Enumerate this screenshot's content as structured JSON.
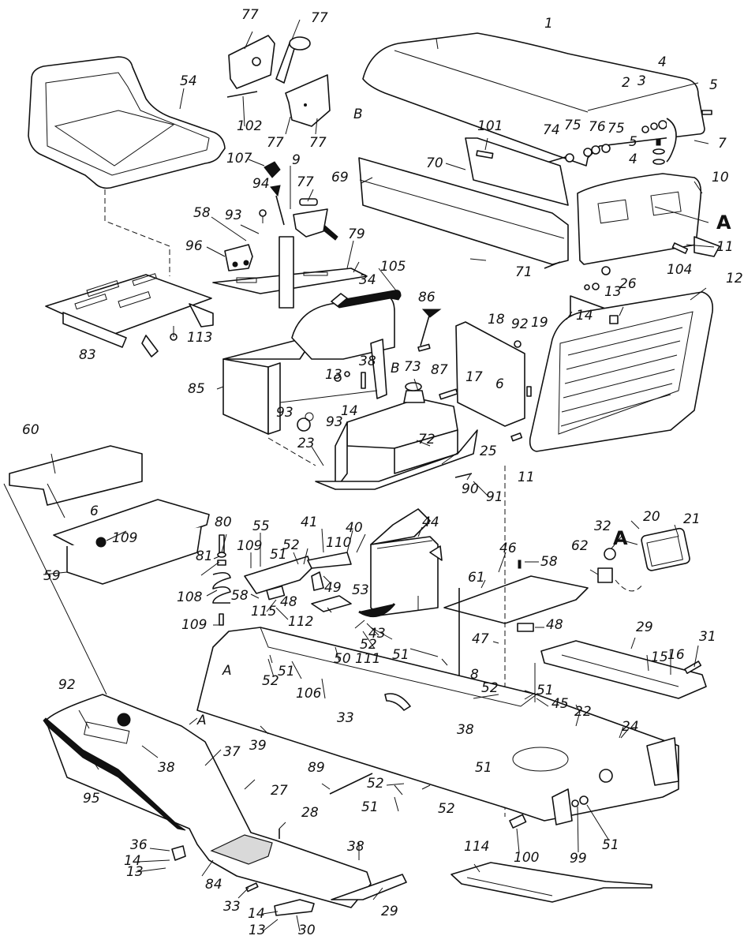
{
  "figure": {
    "title": "Exploded parts diagram - tractor hood, dash, seat and frame assembly",
    "reference_markers": [
      "A",
      "B"
    ]
  },
  "callouts": [
    {
      "id": "c1",
      "text": "1",
      "part": "hood"
    },
    {
      "id": "c2",
      "text": "2",
      "part": "washer"
    },
    {
      "id": "c3",
      "text": "3",
      "part": "washer"
    },
    {
      "id": "c4a",
      "text": "4",
      "part": "nut"
    },
    {
      "id": "c4b",
      "text": "4",
      "part": "nut"
    },
    {
      "id": "c5a",
      "text": "5",
      "part": "screw"
    },
    {
      "id": "c5b",
      "text": "5",
      "part": "screw"
    },
    {
      "id": "c6a",
      "text": "6",
      "part": "screw"
    },
    {
      "id": "c6b",
      "text": "6",
      "part": "screw"
    },
    {
      "id": "c7",
      "text": "7",
      "part": "hood-cable"
    },
    {
      "id": "c8",
      "text": "8",
      "part": "nut"
    },
    {
      "id": "c9",
      "text": "9",
      "part": "rod"
    },
    {
      "id": "c10",
      "text": "10",
      "part": "headlight-housing"
    },
    {
      "id": "c11a",
      "text": "11",
      "part": "screw"
    },
    {
      "id": "c11b",
      "text": "11",
      "part": "screw"
    },
    {
      "id": "c12",
      "text": "12",
      "part": "grille"
    },
    {
      "id": "c13a",
      "text": "13",
      "part": "nut"
    },
    {
      "id": "c13b",
      "text": "13",
      "part": "nut"
    },
    {
      "id": "c13c",
      "text": "13",
      "part": "nut"
    },
    {
      "id": "c13d",
      "text": "13",
      "part": "nut"
    },
    {
      "id": "c14a",
      "text": "14",
      "part": "washer"
    },
    {
      "id": "c14b",
      "text": "14",
      "part": "washer"
    },
    {
      "id": "c14c",
      "text": "14",
      "part": "washer"
    },
    {
      "id": "c14d",
      "text": "14",
      "part": "washer"
    },
    {
      "id": "c15",
      "text": "15",
      "part": "rivet"
    },
    {
      "id": "c16",
      "text": "16",
      "part": "rivet"
    },
    {
      "id": "c17",
      "text": "17",
      "part": "bolt"
    },
    {
      "id": "c18",
      "text": "18",
      "part": "side-panel"
    },
    {
      "id": "c19",
      "text": "19",
      "part": "bracket"
    },
    {
      "id": "c20",
      "text": "20",
      "part": "headlight"
    },
    {
      "id": "c21",
      "text": "21",
      "part": "lens"
    },
    {
      "id": "c22",
      "text": "22",
      "part": "frame"
    },
    {
      "id": "c23",
      "text": "23",
      "part": "dash-support"
    },
    {
      "id": "c24",
      "text": "24",
      "part": "front-plate"
    },
    {
      "id": "c25",
      "text": "25",
      "part": "tank-support"
    },
    {
      "id": "c26",
      "text": "26",
      "part": "nut"
    },
    {
      "id": "c27",
      "text": "27",
      "part": "fender-pan"
    },
    {
      "id": "c28",
      "text": "28",
      "part": "screw"
    },
    {
      "id": "c29a",
      "text": "29",
      "part": "footrest"
    },
    {
      "id": "c29b",
      "text": "29",
      "part": "footrest"
    },
    {
      "id": "c30",
      "text": "30",
      "part": "bracket"
    },
    {
      "id": "c31",
      "text": "31",
      "part": "bolt"
    },
    {
      "id": "c32",
      "text": "32",
      "part": "bulb"
    },
    {
      "id": "c33a",
      "text": "33",
      "part": "screw"
    },
    {
      "id": "c33b",
      "text": "33",
      "part": "screw"
    },
    {
      "id": "c34",
      "text": "34",
      "part": "knob"
    },
    {
      "id": "c36",
      "text": "36",
      "part": "clip"
    },
    {
      "id": "c37",
      "text": "37",
      "part": "fender"
    },
    {
      "id": "c38a",
      "text": "38",
      "part": "bolt"
    },
    {
      "id": "c38b",
      "text": "38",
      "part": "bolt"
    },
    {
      "id": "c38c",
      "text": "38",
      "part": "bolt"
    },
    {
      "id": "c38d",
      "text": "38",
      "part": "bolt"
    },
    {
      "id": "c39",
      "text": "39",
      "part": "trim"
    },
    {
      "id": "c40",
      "text": "40",
      "part": "nut"
    },
    {
      "id": "c41",
      "text": "41",
      "part": "spring"
    },
    {
      "id": "c43",
      "text": "43",
      "part": "battery"
    },
    {
      "id": "c44",
      "text": "44",
      "part": "battery-cover"
    },
    {
      "id": "c45",
      "text": "45",
      "part": "bracket"
    },
    {
      "id": "c46",
      "text": "46",
      "part": "battery-tray"
    },
    {
      "id": "c47",
      "text": "47",
      "part": "clamp"
    },
    {
      "id": "c48a",
      "text": "48",
      "part": "clamp"
    },
    {
      "id": "c48b",
      "text": "48",
      "part": "clamp"
    },
    {
      "id": "c49",
      "text": "49",
      "part": "lever"
    },
    {
      "id": "c50",
      "text": "50",
      "part": "plate"
    },
    {
      "id": "c51a",
      "text": "51",
      "part": "nut"
    },
    {
      "id": "c51b",
      "text": "51",
      "part": "nut"
    },
    {
      "id": "c51c",
      "text": "51",
      "part": "nut"
    },
    {
      "id": "c51d",
      "text": "51",
      "part": "nut"
    },
    {
      "id": "c51e",
      "text": "51",
      "part": "nut"
    },
    {
      "id": "c51f",
      "text": "51",
      "part": "nut"
    },
    {
      "id": "c51g",
      "text": "51",
      "part": "nut"
    },
    {
      "id": "c52a",
      "text": "52",
      "part": "washer"
    },
    {
      "id": "c52b",
      "text": "52",
      "part": "washer"
    },
    {
      "id": "c52c",
      "text": "52",
      "part": "washer"
    },
    {
      "id": "c52d",
      "text": "52",
      "part": "washer"
    },
    {
      "id": "c52e",
      "text": "52",
      "part": "washer"
    },
    {
      "id": "c52f",
      "text": "52",
      "part": "washer"
    },
    {
      "id": "c53",
      "text": "53",
      "part": "cable"
    },
    {
      "id": "c54",
      "text": "54",
      "part": "seat"
    },
    {
      "id": "c55",
      "text": "55",
      "part": "switch-plate"
    },
    {
      "id": "c58a",
      "text": "58",
      "part": "screw"
    },
    {
      "id": "c58b",
      "text": "58",
      "part": "screw"
    },
    {
      "id": "c58c",
      "text": "58",
      "part": "screw"
    },
    {
      "id": "c59",
      "text": "59",
      "part": "seat-pan"
    },
    {
      "id": "c60",
      "text": "60",
      "part": "cover"
    },
    {
      "id": "c61",
      "text": "61",
      "part": "rod"
    },
    {
      "id": "c62",
      "text": "62",
      "part": "socket"
    },
    {
      "id": "c69",
      "text": "69",
      "part": "side-panel"
    },
    {
      "id": "c70",
      "text": "70",
      "part": "hinge-panel"
    },
    {
      "id": "c71",
      "text": "71",
      "part": "pin"
    },
    {
      "id": "c72",
      "text": "72",
      "part": "fuel-tank"
    },
    {
      "id": "c73",
      "text": "73",
      "part": "fuel-cap"
    },
    {
      "id": "c74",
      "text": "74",
      "part": "pivot-bolt"
    },
    {
      "id": "c75a",
      "text": "75",
      "part": "washer"
    },
    {
      "id": "c75b",
      "text": "75",
      "part": "washer"
    },
    {
      "id": "c76",
      "text": "76",
      "part": "spacer"
    },
    {
      "id": "c77a",
      "text": "77",
      "part": "control"
    },
    {
      "id": "c77b",
      "text": "77",
      "part": "control"
    },
    {
      "id": "c77c",
      "text": "77",
      "part": "control"
    },
    {
      "id": "c77d",
      "text": "77",
      "part": "control"
    },
    {
      "id": "c77e",
      "text": "77",
      "part": "control"
    },
    {
      "id": "c79",
      "text": "79",
      "part": "dash-panel"
    },
    {
      "id": "c80",
      "text": "80",
      "part": "bolt"
    },
    {
      "id": "c81",
      "text": "81",
      "part": "washer"
    },
    {
      "id": "c83",
      "text": "83",
      "part": "seat-bracket"
    },
    {
      "id": "c84",
      "text": "84",
      "part": "mat"
    },
    {
      "id": "c85",
      "text": "85",
      "part": "console"
    },
    {
      "id": "c86",
      "text": "86",
      "part": "choke-knob"
    },
    {
      "id": "c87",
      "text": "87",
      "part": "bolt"
    },
    {
      "id": "c89",
      "text": "89",
      "part": "rod"
    },
    {
      "id": "c90",
      "text": "90",
      "part": "clip"
    },
    {
      "id": "c91",
      "text": "91",
      "part": "spring"
    },
    {
      "id": "c92a",
      "text": "92",
      "part": "nut"
    },
    {
      "id": "c92b",
      "text": "92",
      "part": "nut"
    },
    {
      "id": "c93a",
      "text": "93",
      "part": "switch"
    },
    {
      "id": "c93b",
      "text": "93",
      "part": "switch"
    },
    {
      "id": "c93c",
      "text": "93",
      "part": "nut"
    },
    {
      "id": "c94",
      "text": "94",
      "part": "key"
    },
    {
      "id": "c95",
      "text": "95",
      "part": "trim-strip"
    },
    {
      "id": "c96",
      "text": "96",
      "part": "light-switch"
    },
    {
      "id": "c99",
      "text": "99",
      "part": "nut"
    },
    {
      "id": "c100",
      "text": "100",
      "part": "spacer"
    },
    {
      "id": "c101",
      "text": "101",
      "part": "hinge-pin"
    },
    {
      "id": "c102",
      "text": "102",
      "part": "screw"
    },
    {
      "id": "c104",
      "text": "104",
      "part": "clip"
    },
    {
      "id": "c105",
      "text": "105",
      "part": "cable"
    },
    {
      "id": "c106",
      "text": "106",
      "part": "grommet"
    },
    {
      "id": "c107",
      "text": "107",
      "part": "knob"
    },
    {
      "id": "c108",
      "text": "108",
      "part": "spring"
    },
    {
      "id": "c109a",
      "text": "109",
      "part": "bolt"
    },
    {
      "id": "c109b",
      "text": "109",
      "part": "bolt"
    },
    {
      "id": "c109c",
      "text": "109",
      "part": "bolt"
    },
    {
      "id": "c110",
      "text": "110",
      "part": "nut"
    },
    {
      "id": "c111",
      "text": "111",
      "part": "wire"
    },
    {
      "id": "c112",
      "text": "112",
      "part": "switch"
    },
    {
      "id": "c113",
      "text": "113",
      "part": "bolt"
    },
    {
      "id": "c114",
      "text": "114",
      "part": "footrest-mat"
    },
    {
      "id": "c115",
      "text": "115",
      "part": "screw"
    }
  ],
  "markers": [
    {
      "id": "mA1",
      "text": "A"
    },
    {
      "id": "mA2",
      "text": "A"
    },
    {
      "id": "mA3",
      "text": "A"
    },
    {
      "id": "mA4",
      "text": "A"
    },
    {
      "id": "mB1",
      "text": "B"
    },
    {
      "id": "mB2",
      "text": "B"
    }
  ]
}
